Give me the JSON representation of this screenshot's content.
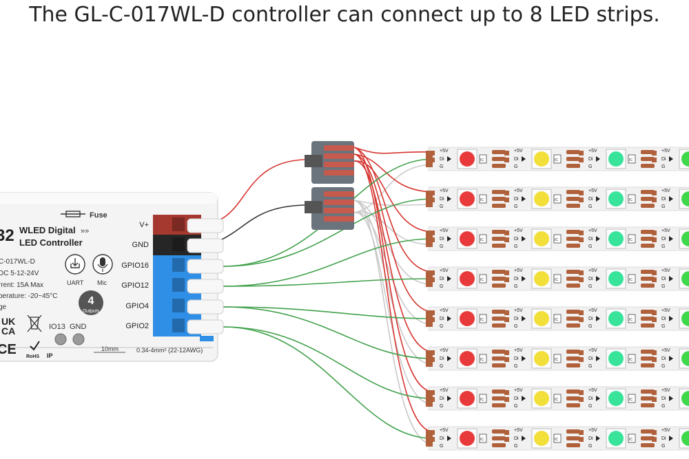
{
  "headline": "The GL-C-017WL-D controller can connect up to 8 LED strips.",
  "controller": {
    "fuse_label": "Fuse",
    "model_prefix": "32",
    "title_line1": "WLED Digital",
    "title_arrows": "»»",
    "title_line2": "LED Controller",
    "model": "C-017WL-D",
    "voltage": "DC 5-12-24V",
    "current": "rrent: 15A Max",
    "temperature": "perature: -20~45°C",
    "misc": "ge",
    "uart_label": "UART",
    "mic_label": "Mic",
    "outputs_count": "4",
    "outputs_label": "Outputs",
    "ukca_line1": "UK",
    "ukca_line2": "CA",
    "ce_mark": "CE",
    "rohs_label": "RoHS",
    "ip_label": "IP",
    "io13_label": "IO13",
    "gnd_small_label": "GND",
    "ruler_label": "10mm",
    "wire_spec": "0.34-4mm² (22-12AWG)",
    "terminal_labels": [
      "V+",
      "GND",
      "GPIO16",
      "GPIO12",
      "GPIO4",
      "GPIO2"
    ]
  },
  "strip": {
    "pad_labels": [
      "+5V",
      "Di",
      "G"
    ],
    "chip_label": "IC",
    "led_colors": [
      "#e83a3a",
      "#f2df3a",
      "#38e39a",
      "#3ed84a"
    ]
  },
  "colors": {
    "red_wire": "#d6342f",
    "black_wire": "#333333",
    "green_wire": "#3fa04a",
    "white_wire": "#c9c9c9",
    "terminal_red": "#a5382f",
    "terminal_black": "#262626",
    "terminal_blue": "#2f8ee6",
    "connector_gray": "#6b737d",
    "connector_lever": "#c65a4c",
    "strip_white": "#f1f1f1",
    "copper": "#b0603a"
  },
  "strip_count": 8
}
